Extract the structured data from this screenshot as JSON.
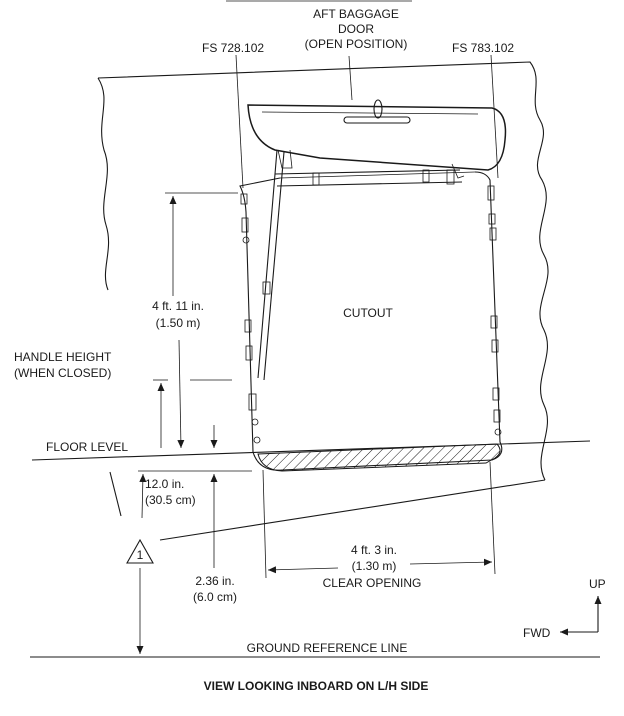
{
  "labels": {
    "door_title_1": "AFT BAGGAGE",
    "door_title_2": "DOOR",
    "door_title_3": "(OPEN POSITION)",
    "fs_left": "FS 728.102",
    "fs_right": "FS 783.102",
    "cutout": "CUTOUT",
    "height_ft": "4 ft. 11 in.",
    "height_m": "(1.50 m)",
    "handle_height_1": "HANDLE HEIGHT",
    "handle_height_2": "(WHEN CLOSED)",
    "floor_level": "FLOOR LEVEL",
    "sill_in": "12.0 in.",
    "sill_cm": "(30.5 cm)",
    "note_number": "1",
    "ground_in": "2.36 in.",
    "ground_cm": "(6.0 cm)",
    "width_ft": "4 ft. 3 in.",
    "width_m": "(1.30 m)",
    "clear_opening": "CLEAR OPENING",
    "ground_reference_line": "GROUND REFERENCE LINE",
    "up": "UP",
    "fwd": "FWD",
    "caption": "VIEW LOOKING INBOARD ON L/H SIDE"
  }
}
